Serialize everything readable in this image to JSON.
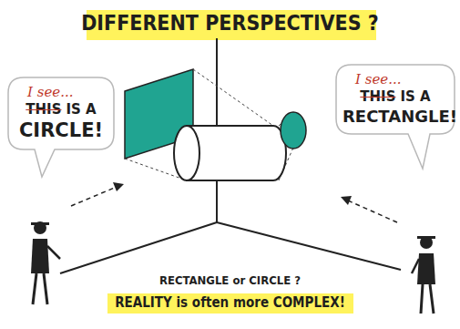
{
  "diagram": {
    "title": "DIFFERENT PERSPECTIVES ?",
    "nodes": [
      {
        "text": [
          "I see...",
          "THIS",
          "IS A",
          "CIRCLE!"
        ]
      },
      {
        "text": [
          "I see...",
          "THIS",
          "IS A",
          "RECTANGLE!"
        ]
      }
    ],
    "labels": [
      "RECTANGLE or CIRCLE ?",
      "REALITY is often more COMPLEX!"
    ]
  }
}
